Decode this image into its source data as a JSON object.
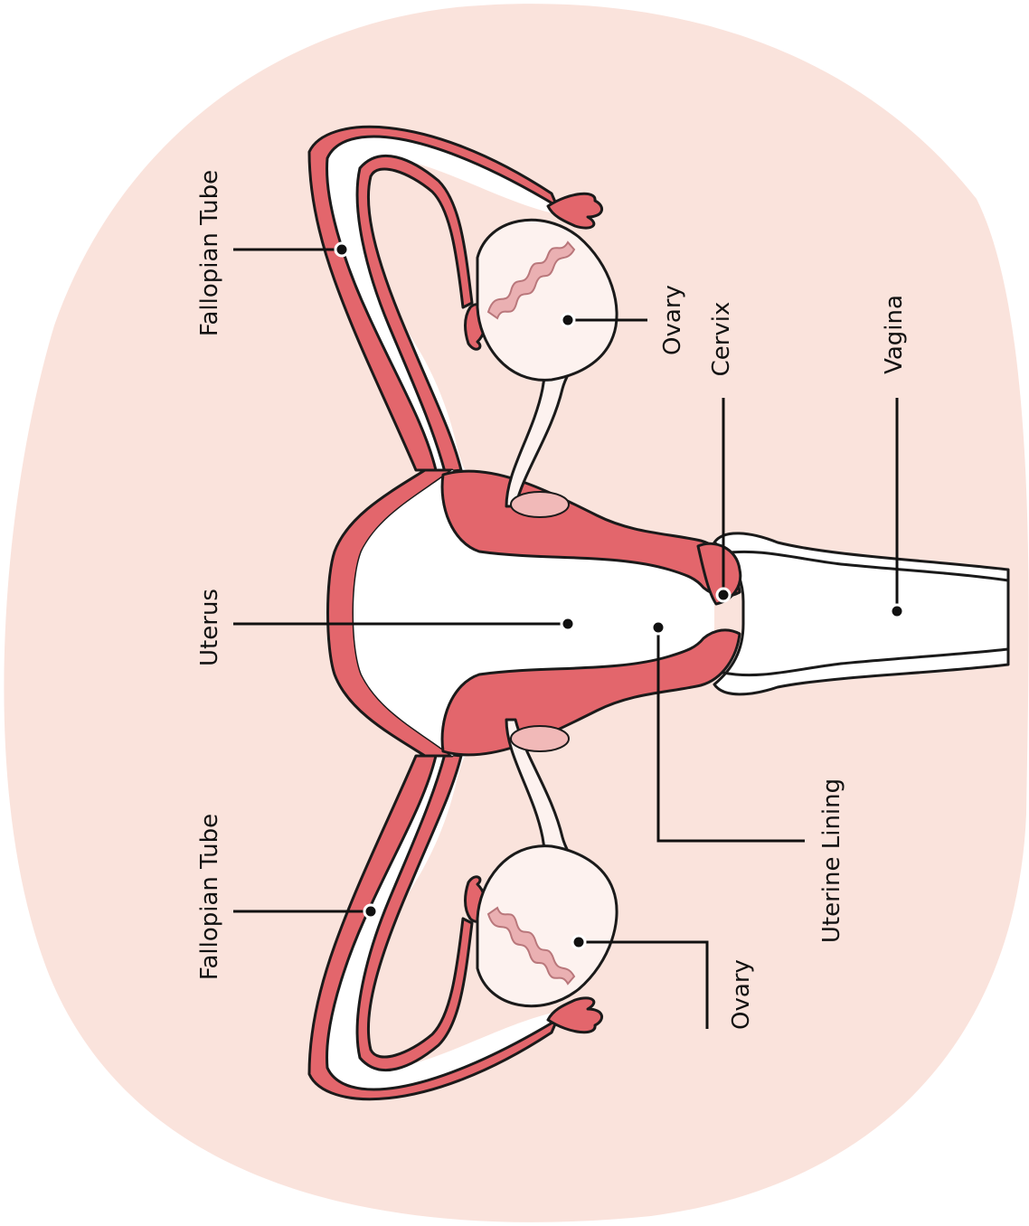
{
  "labels": {
    "fallopian_tube_top": "Fallopian Tube",
    "fallopian_tube_bottom": "Fallopian Tube",
    "uterus": "Uterus",
    "ovary_top": "Ovary",
    "cervix": "Cervix",
    "vagina": "Vagina",
    "uterine_lining": "Uterine Lining",
    "ovary_bottom": "Ovary"
  },
  "colors": {
    "background_blob": "#fae3dc",
    "uterine_wall": "#e3666c",
    "ovary_fill": "#fdf2ef",
    "follicle": "#eab0b2",
    "outline": "#1a1a1a"
  }
}
